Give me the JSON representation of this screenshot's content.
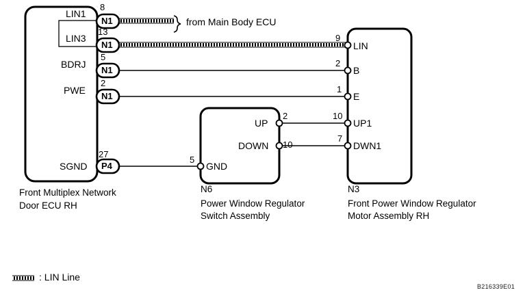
{
  "figure": {
    "id_code": "B216339E01",
    "note": "from Main Body ECU",
    "legend": {
      "swatch_icon": "lin-line-swatch",
      "text": ": LIN Line"
    }
  },
  "components": [
    {
      "ref": "",
      "name_lines": [
        "Front Multiplex Network",
        "Door ECU RH"
      ],
      "terminals": [
        {
          "label": "LIN1",
          "pin": "8",
          "connector": "N1"
        },
        {
          "label": "LIN3",
          "pin": "13",
          "connector": "N1"
        },
        {
          "label": "BDRJ",
          "pin": "5",
          "connector": "N1"
        },
        {
          "label": "PWE",
          "pin": "2",
          "connector": "N1"
        },
        {
          "label": "SGND",
          "pin": "27",
          "connector": "P4"
        }
      ]
    },
    {
      "ref": "N6",
      "name_lines": [
        "Power Window Regulator",
        "Switch Assembly"
      ],
      "terminals": [
        {
          "label": "UP",
          "pin": "2",
          "connector": ""
        },
        {
          "label": "DOWN",
          "pin": "10",
          "connector": ""
        },
        {
          "label": "GND",
          "pin": "5",
          "connector": ""
        }
      ]
    },
    {
      "ref": "N3",
      "name_lines": [
        "Front Power Window Regulator",
        "Motor Assembly RH"
      ],
      "terminals": [
        {
          "label": "LIN",
          "pin": "9",
          "connector": ""
        },
        {
          "label": "B",
          "pin": "2",
          "connector": ""
        },
        {
          "label": "E",
          "pin": "1",
          "connector": ""
        },
        {
          "label": "UP1",
          "pin": "10",
          "connector": ""
        },
        {
          "label": "DWN1",
          "pin": "7",
          "connector": ""
        }
      ]
    }
  ],
  "colors": {
    "line": "#000000",
    "background": "#ffffff"
  }
}
